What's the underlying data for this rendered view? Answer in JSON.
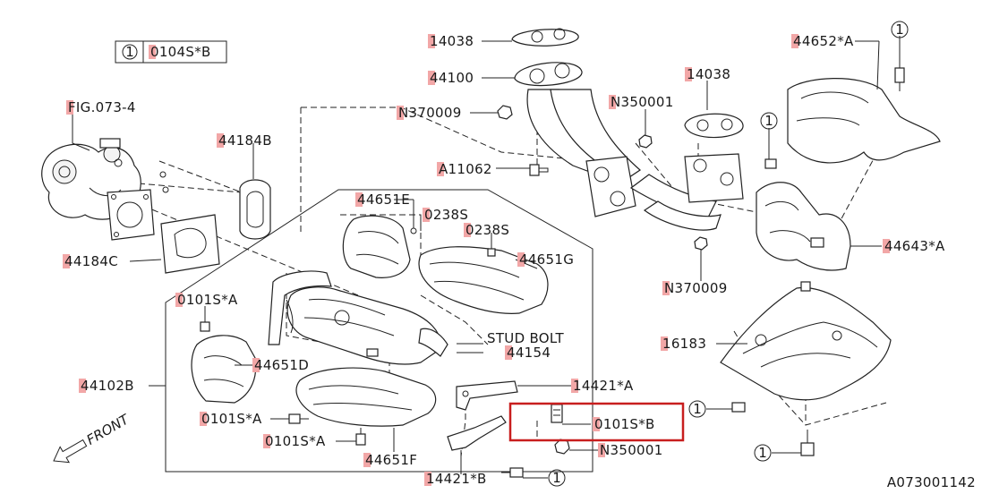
{
  "diagram": {
    "legend": {
      "num": "1",
      "code": "0104S*B"
    },
    "figure_id": "A073001142",
    "front_label": "FRONT",
    "highlight_color": "#c81e1e",
    "marker_color": "#f2a7a7",
    "labels": {
      "p14038_top": "14038",
      "p44100": "44100",
      "pN370009_a": "N370009",
      "pN350001_a": "N350001",
      "p14038_right": "14038",
      "p44652A": "44652*A",
      "pFIG": "FIG.073-4",
      "p44184B": "44184B",
      "pA11062": "A11062",
      "p44651E": "44651E",
      "p0238S_a": "0238S",
      "p0238S_b": "0238S",
      "p44651G": "44651G",
      "p44643A": "44643*A",
      "p44184C": "44184C",
      "pN370009_b": "N370009",
      "p0101SA_a": "0101S*A",
      "pSTUD": "STUD BOLT",
      "p44154": "44154",
      "p16183": "16183",
      "p44651D": "44651D",
      "p44102B": "44102B",
      "p14421A": "14421*A",
      "p0101SA_b": "0101S*A",
      "p0101SB": "0101S*B",
      "p0101SA_c": "0101S*A",
      "pN350001_b": "N350001",
      "p44651F": "44651F",
      "p14421B": "14421*B"
    },
    "callout_num": "1"
  }
}
